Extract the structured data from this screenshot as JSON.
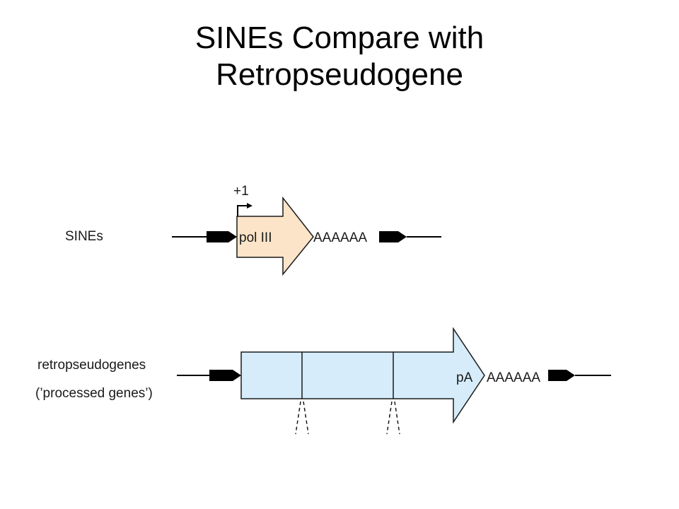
{
  "title": {
    "line1": "SINEs Compare with",
    "line2": "Retropseudogene"
  },
  "rows": {
    "sines": {
      "label": "SINEs",
      "tss_label": "+1",
      "element_label": "pol III",
      "tail_label": "AAAAAA",
      "fill_color": "#fce4c8"
    },
    "retropseudogenes": {
      "label_line1": "retropseudogenes",
      "label_line2": "(’processed genes’)",
      "signal_label": "pA",
      "tail_label": "AAAAAA",
      "fill_color": "#d6ecfa"
    }
  },
  "colors": {
    "line": "#000000",
    "outline": "#1a1a1a",
    "label_text": "#1a1a1a"
  }
}
